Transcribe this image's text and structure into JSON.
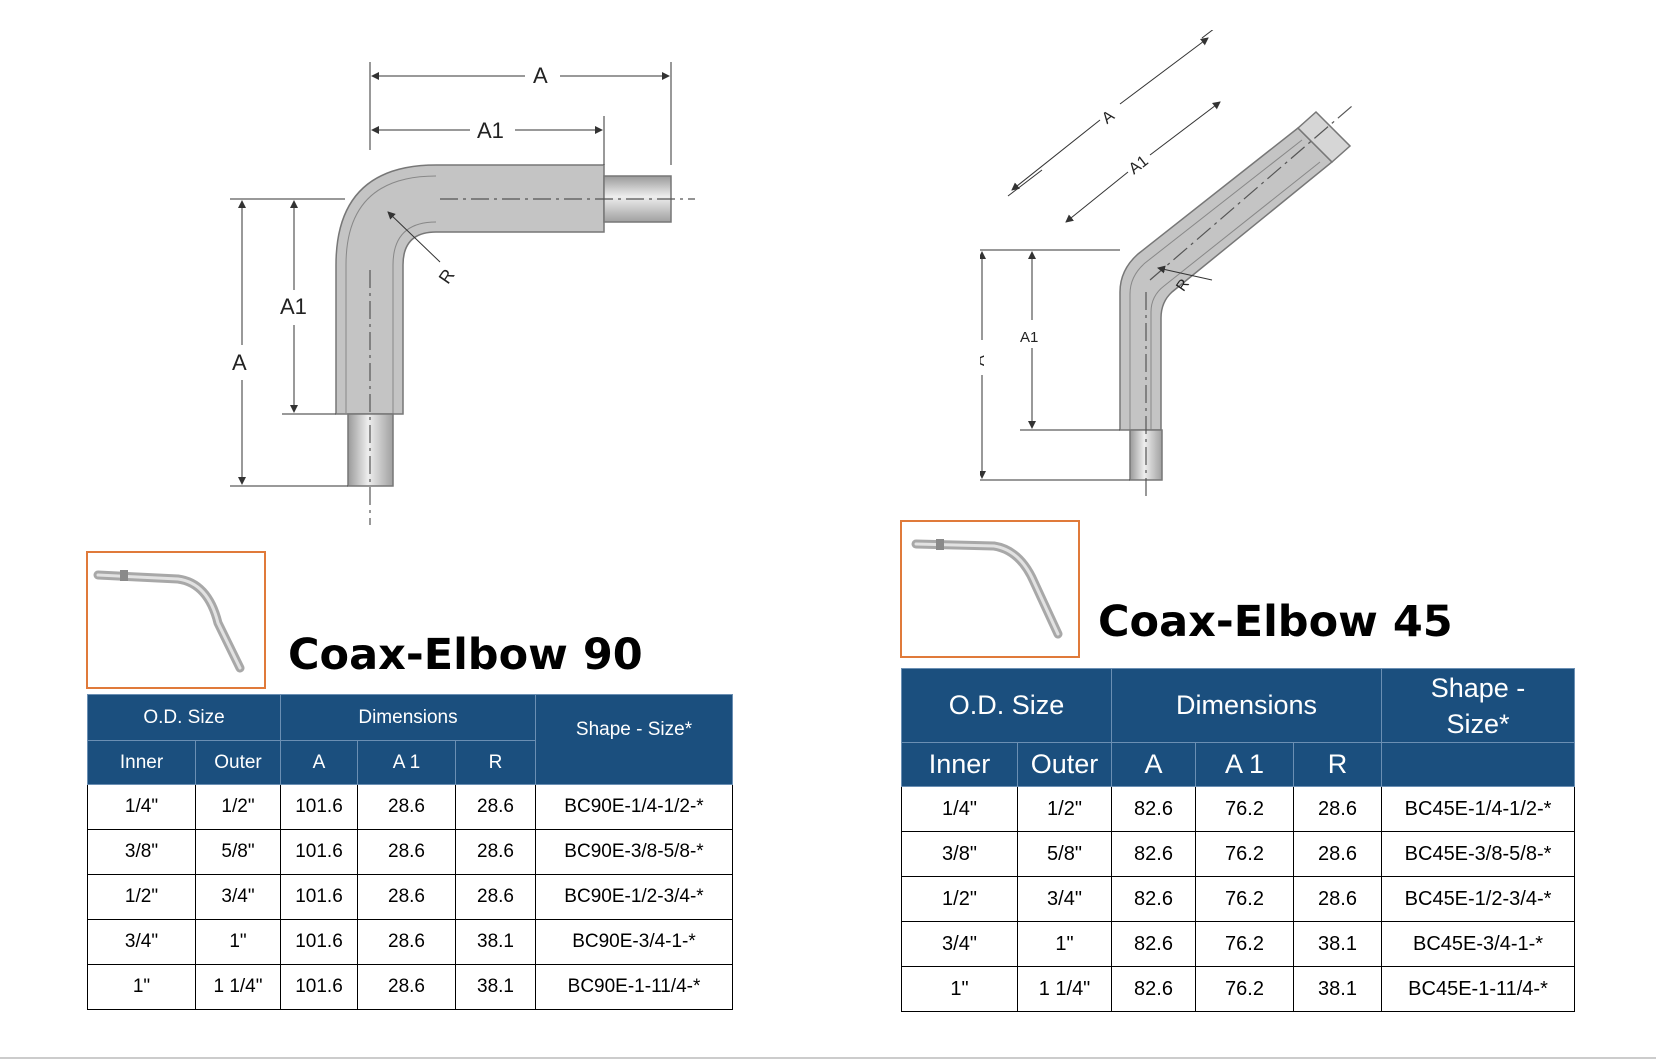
{
  "elbow90": {
    "title": "Coax-Elbow 90",
    "dims": {
      "a": "A",
      "a1": "A1",
      "r": "R"
    },
    "header": {
      "od_size": "O.D. Size",
      "dimensions": "Dimensions",
      "shape_size": "Shape - Size*",
      "inner": "Inner",
      "outer": "Outer",
      "a": "A",
      "a1": "A 1",
      "r": "R"
    },
    "rows": [
      [
        "1/4\"",
        "1/2\"",
        "101.6",
        "28.6",
        "28.6",
        "BC90E-1/4-1/2-*"
      ],
      [
        "3/8\"",
        "5/8\"",
        "101.6",
        "28.6",
        "28.6",
        "BC90E-3/8-5/8-*"
      ],
      [
        "1/2\"",
        "3/4\"",
        "101.6",
        "28.6",
        "28.6",
        "BC90E-1/2-3/4-*"
      ],
      [
        "3/4\"",
        "1\"",
        "101.6",
        "28.6",
        "38.1",
        "BC90E-3/4-1-*"
      ],
      [
        "1\"",
        "1 1/4\"",
        "101.6",
        "28.6",
        "38.1",
        "BC90E-1-11/4-*"
      ]
    ]
  },
  "elbow45": {
    "title": "Coax-Elbow 45",
    "dims": {
      "a": "A",
      "a1": "A1",
      "r": "R"
    },
    "header": {
      "od_size": "O.D. Size",
      "dimensions": "Dimensions",
      "shape_size": "Shape - Size*",
      "inner": "Inner",
      "outer": "Outer",
      "a": "A",
      "a1": "A 1",
      "r": "R"
    },
    "rows": [
      [
        "1/4\"",
        "1/2\"",
        "82.6",
        "76.2",
        "28.6",
        "BC45E-1/4-1/2-*"
      ],
      [
        "3/8\"",
        "5/8\"",
        "82.6",
        "76.2",
        "28.6",
        "BC45E-3/8-5/8-*"
      ],
      [
        "1/2\"",
        "3/4\"",
        "82.6",
        "76.2",
        "28.6",
        "BC45E-1/2-3/4-*"
      ],
      [
        "3/4\"",
        "1\"",
        "82.6",
        "76.2",
        "38.1",
        "BC45E-3/4-1-*"
      ],
      [
        "1\"",
        "1 1/4\"",
        "82.6",
        "76.2",
        "38.1",
        "BC45E-1-11/4-*"
      ]
    ]
  },
  "colors": {
    "header_bg": "#1b4f7e",
    "thumb_border": "#e07a3a",
    "pipe": "#c8c8c8"
  }
}
